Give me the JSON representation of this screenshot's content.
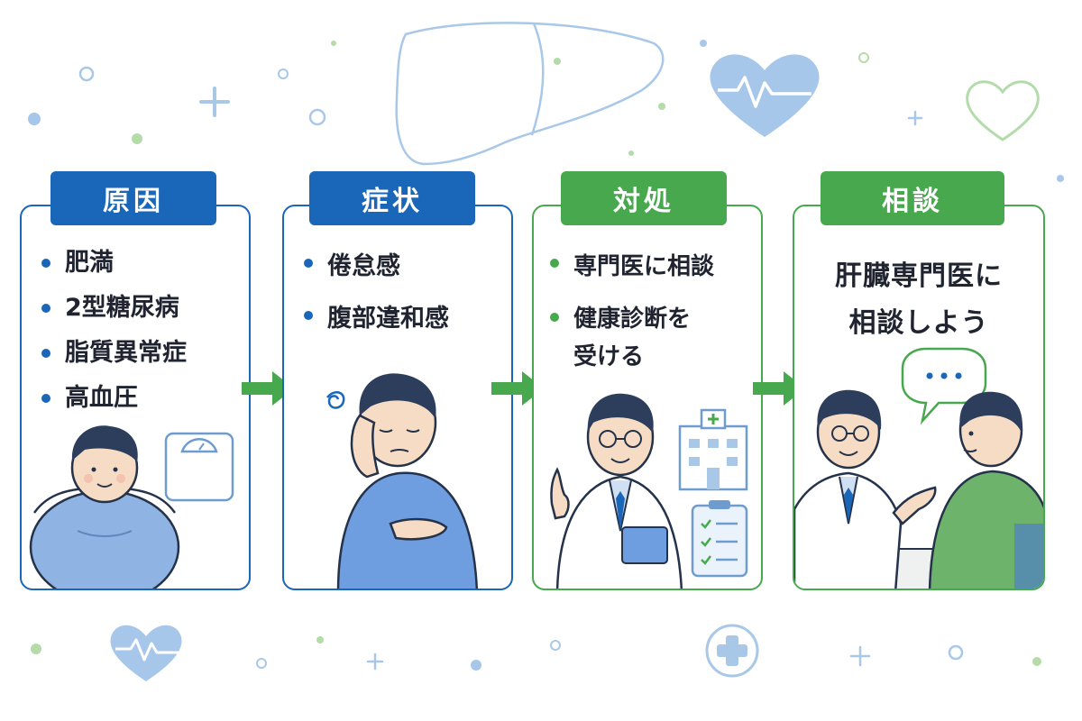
{
  "colors": {
    "blue": "#1a66b8",
    "green": "#47a84e",
    "light_blue": "#9cc3ea",
    "light_green": "#b5dba9"
  },
  "steps": [
    {
      "title": "原因",
      "color": "blue",
      "items": [
        "肥満",
        "2型糖尿病",
        "脂質異常症",
        "高血圧"
      ],
      "illustration": "overweight-man-and-scale"
    },
    {
      "title": "症状",
      "color": "blue",
      "items": [
        "倦怠感",
        "腹部違和感"
      ],
      "illustration": "tired-man-holding-stomach"
    },
    {
      "title": "対処",
      "color": "green",
      "items": [
        "専門医に相談",
        "健康診断を受ける"
      ],
      "illustration": "doctor-with-clipboard-and-hospital"
    },
    {
      "title": "相談",
      "color": "green",
      "message_line1": "肝臓専門医に",
      "message_line2": "相談しよう",
      "illustration": "doctor-consulting-patient"
    }
  ],
  "decorations": [
    "liver-outline-icon",
    "heart-pulse-icon",
    "heart-outline-icon",
    "medical-cross-icon",
    "arrow-right-icon"
  ]
}
